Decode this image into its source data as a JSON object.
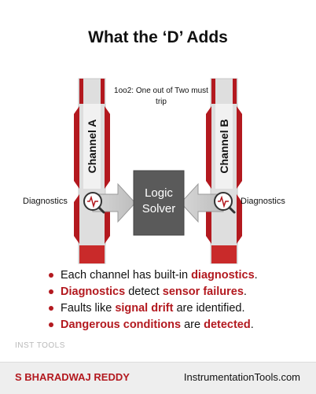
{
  "title": "What the ‘D’ Adds",
  "diagram": {
    "note": "1oo2: One out of Two must trip",
    "channel_a": "Channel A",
    "channel_b": "Channel B",
    "solver": "Logic Solver",
    "diag_left": "Diagnostics",
    "diag_right": "Diagnostics",
    "diag_icon": "magnifier-pulse-icon"
  },
  "bullets": [
    {
      "t1": "Each channel has built-in ",
      "h1": "diagnostics",
      "t2": ".",
      "h2": "",
      "t3": ""
    },
    {
      "t1": "",
      "h1": "Diagnostics",
      "t2": " detect ",
      "h2": "sensor failures",
      "t3": "."
    },
    {
      "t1": "Faults like ",
      "h1": "signal drift",
      "t2": " are identified.",
      "h2": "",
      "t3": ""
    },
    {
      "t1": "",
      "h1": "Dangerous conditions",
      "t2": " are ",
      "h2": "detected",
      "t3": "."
    }
  ],
  "watermark": "INST TOOLS",
  "footer": {
    "author": "S BHARADWAJ REDDY",
    "site": "InstrumentationTools.com"
  },
  "colors": {
    "accent_red": "#b3191f",
    "solver_gray": "#5a5a5a",
    "channel_gray": "#dedede"
  }
}
